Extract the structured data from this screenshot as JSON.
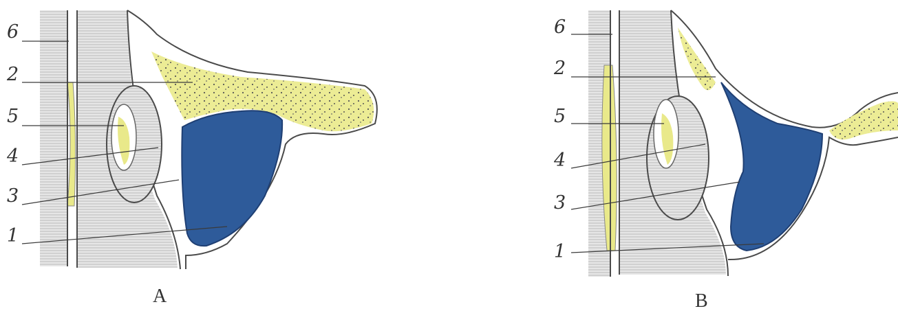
{
  "colors": {
    "background": "#ffffff",
    "hatch": "#c9c9c9",
    "hatch_fill": "#e2e2e2",
    "yellow": "#e9e98a",
    "blue": "#2e5b9a",
    "blue_dark": "#1f3f73",
    "ink": "#3a3a3a"
  },
  "panels": [
    {
      "caption": "A",
      "labels": [
        "6",
        "2",
        "5",
        "4",
        "3",
        "1"
      ]
    },
    {
      "caption": "B",
      "labels": [
        "6",
        "2",
        "5",
        "4",
        "3",
        "1"
      ]
    }
  ]
}
